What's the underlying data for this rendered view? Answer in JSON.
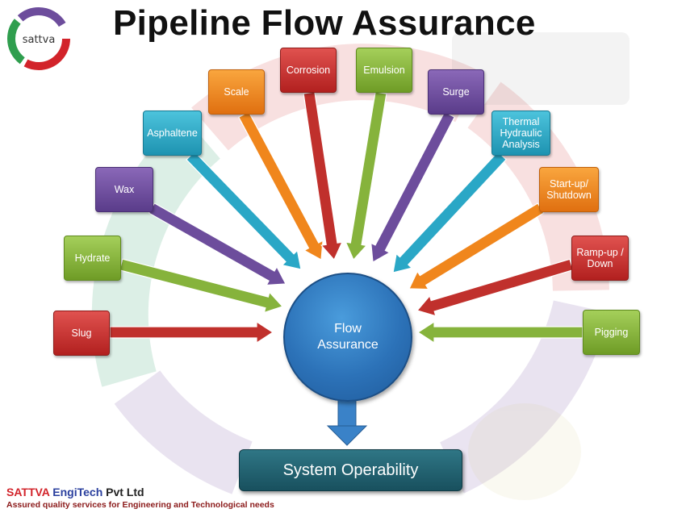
{
  "title": "Pipeline Flow Assurance",
  "logo": {
    "text": "sattva"
  },
  "hub": {
    "line1": "Flow",
    "line2": "Assurance"
  },
  "factors": [
    {
      "key": "slug",
      "label": "Slug",
      "color": "red"
    },
    {
      "key": "hydrate",
      "label": "Hydrate",
      "color": "green"
    },
    {
      "key": "wax",
      "label": "Wax",
      "color": "purple"
    },
    {
      "key": "asphaltene",
      "label": "Asphaltene",
      "color": "cyan"
    },
    {
      "key": "scale",
      "label": "Scale",
      "color": "orange"
    },
    {
      "key": "corrosion",
      "label": "Corrosion",
      "color": "red"
    },
    {
      "key": "emulsion",
      "label": "Emulsion",
      "color": "green"
    },
    {
      "key": "surge",
      "label": "Surge",
      "color": "purple"
    },
    {
      "key": "thermal",
      "label": "Thermal\nHydraulic\nAnalysis",
      "color": "cyan"
    },
    {
      "key": "startup",
      "label": "Start-up/\nShutdown",
      "color": "orange"
    },
    {
      "key": "rampup",
      "label": "Ramp-up /\nDown",
      "color": "red"
    },
    {
      "key": "pigging",
      "label": "Pigging",
      "color": "green"
    }
  ],
  "outcome": "System Operability",
  "company": {
    "part1": "SATTVA",
    "part2": "EngiTech",
    "part3": "Pvt Ltd"
  },
  "tagline": "Assured quality services for Engineering and Technological needs",
  "colors": {
    "red": "#c0302c",
    "green": "#86b33c",
    "purple": "#6d4d9c",
    "cyan": "#2aa7c6",
    "orange": "#f0861c",
    "hub": "#2c72b8",
    "outcome": "#245f6e"
  }
}
